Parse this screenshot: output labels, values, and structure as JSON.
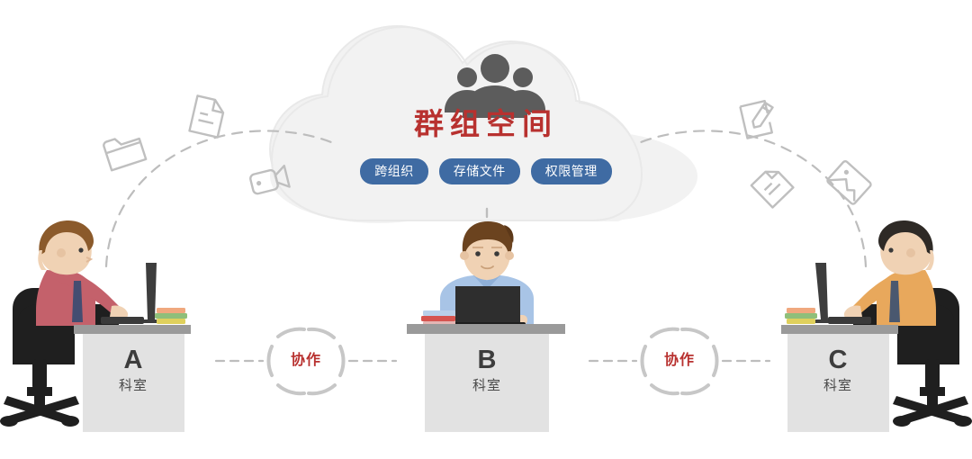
{
  "theme": {
    "background": "#ffffff",
    "cloud_fill": "#f2f2f2",
    "cloud_stroke": "#e9e9e9",
    "title_red": "#b8312f",
    "pill_blue": "#3f6ba3",
    "icon_gray": "#5c5c5c",
    "dash_gray": "#bdbdbd",
    "desk_top": "#9a9a9a",
    "desk_body": "#e2e2e2",
    "deco_icon_stroke": "#bfbfbf",
    "chair_black": "#1f1f1f",
    "skin": "#f0d2b4",
    "shirt_left": "#c4616b",
    "shirt_center": "#a8c4e6",
    "shirt_right": "#e8a85c",
    "hair_brown": "#7b4a23",
    "hair_dark": "#2e2a26"
  },
  "cloud": {
    "group_icon": "group-people-icon",
    "title": "群组空间",
    "pills": [
      {
        "label": "跨组织"
      },
      {
        "label": "存储文件"
      },
      {
        "label": "权限管理"
      }
    ]
  },
  "departments": [
    {
      "letter": "A",
      "sub": "科室",
      "person": "person-left-red-shirt"
    },
    {
      "letter": "B",
      "sub": "科室",
      "person": "person-center-blue-shirt"
    },
    {
      "letter": "C",
      "sub": "科室",
      "person": "person-right-orange-shirt"
    }
  ],
  "collaboration": [
    {
      "label": "协作"
    },
    {
      "label": "协作"
    }
  ],
  "decorative_icons": [
    {
      "name": "folder-icon",
      "side": "left"
    },
    {
      "name": "document-icon",
      "side": "left"
    },
    {
      "name": "video-camera-icon",
      "side": "left"
    },
    {
      "name": "edit-document-icon",
      "side": "right"
    },
    {
      "name": "note-lines-icon",
      "side": "right"
    },
    {
      "name": "image-photo-icon",
      "side": "right"
    }
  ],
  "connectors": {
    "left_arc": "dashed-arc-left",
    "right_arc": "dashed-arc-right",
    "center_line": "dashed-line-center",
    "link_left": "dashed-link-a-b",
    "link_right": "dashed-link-b-c"
  }
}
